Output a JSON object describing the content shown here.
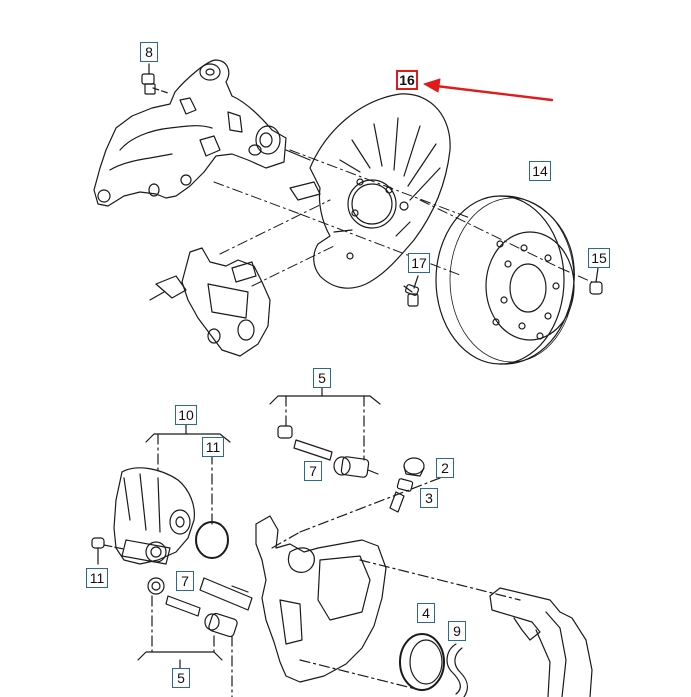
{
  "callouts": {
    "c8": "8",
    "c16": "16",
    "c14": "14",
    "c15": "15",
    "c17": "17",
    "c5_top": "5",
    "c10": "10",
    "c11_top": "11",
    "c7_top": "7",
    "c2": "2",
    "c3": "3",
    "c11_left": "11",
    "c7_bottom": "7",
    "c4": "4",
    "c9": "9",
    "c5_bottom": "5"
  },
  "colors": {
    "line": "#1a1a1a",
    "callout_border": "#2b6a8e",
    "highlight": "#e11b1b"
  },
  "highlighted_part": "16"
}
